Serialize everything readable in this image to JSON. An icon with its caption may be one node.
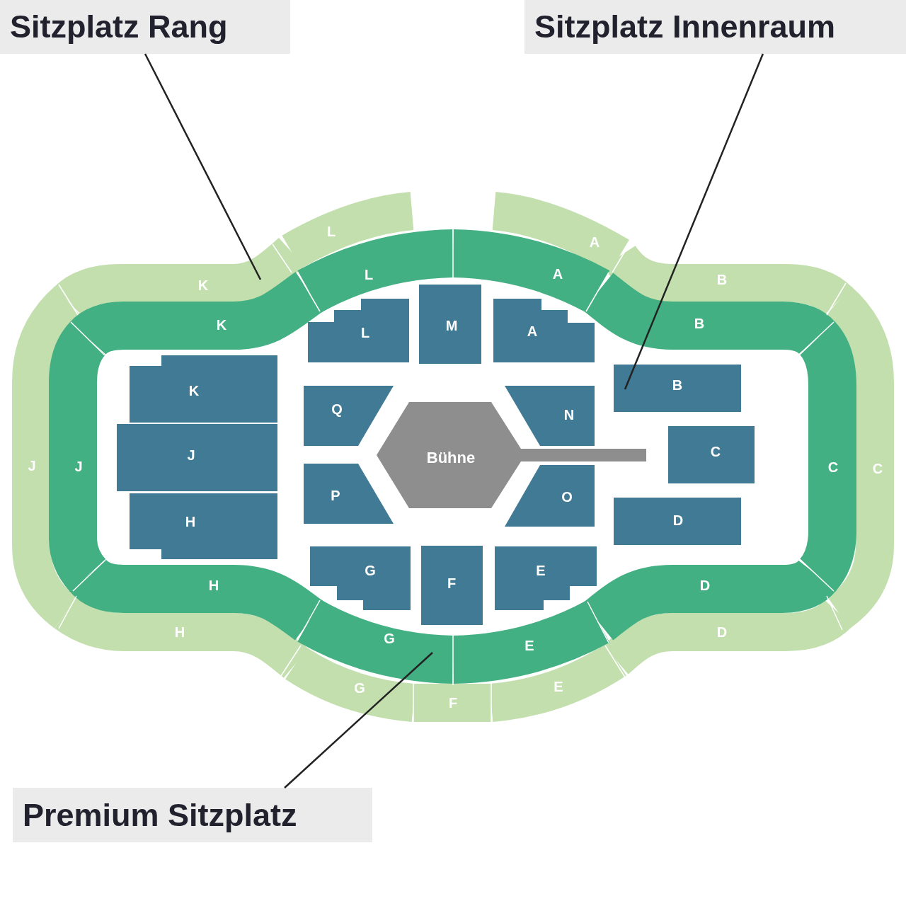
{
  "diagram": {
    "nodes": [
      {
        "text": [
          "Sitzplatz Rang"
        ]
      },
      {
        "text": [
          "Sitzplatz Innenraum"
        ]
      },
      {
        "text": [
          "L"
        ]
      },
      {
        "text": [
          "K"
        ]
      },
      {
        "text": [
          "J"
        ]
      },
      {
        "text": [
          "H"
        ]
      },
      {
        "text": [
          "G"
        ]
      },
      {
        "text": [
          "F"
        ]
      },
      {
        "text": [
          "E"
        ]
      },
      {
        "text": [
          "D"
        ]
      },
      {
        "text": [
          "C"
        ]
      },
      {
        "text": [
          "B"
        ]
      },
      {
        "text": [
          "A"
        ]
      },
      {
        "text": [
          "L"
        ]
      },
      {
        "text": [
          "K"
        ]
      },
      {
        "text": [
          "J"
        ]
      },
      {
        "text": [
          "H"
        ]
      },
      {
        "text": [
          "G"
        ]
      },
      {
        "text": [
          "E"
        ]
      },
      {
        "text": [
          "D"
        ]
      },
      {
        "text": [
          "C"
        ]
      },
      {
        "text": [
          "B"
        ]
      },
      {
        "text": [
          "A"
        ]
      },
      {
        "text": [
          "K"
        ]
      },
      {
        "text": [
          "J"
        ]
      },
      {
        "text": [
          "H"
        ]
      },
      {
        "text": [
          "L"
        ]
      },
      {
        "text": [
          "M"
        ]
      },
      {
        "text": [
          "A"
        ]
      },
      {
        "text": [
          "Q"
        ]
      },
      {
        "text": [
          "N"
        ]
      },
      {
        "text": [
          "B"
        ]
      },
      {
        "text": [
          "C"
        ]
      },
      {
        "text": [
          "P"
        ]
      },
      {
        "text": [
          "O"
        ]
      },
      {
        "text": [
          "D"
        ]
      },
      {
        "text": [
          "G"
        ]
      },
      {
        "text": [
          "F"
        ]
      },
      {
        "text": [
          "E"
        ]
      },
      {
        "text": [
          "Bühne"
        ]
      },
      {
        "text": [
          "Premium Sitzplatz"
        ]
      }
    ],
    "edges": [
      {
        "from": 0,
        "to": 3,
        "arrow": "none"
      },
      {
        "from": 1,
        "to": 31,
        "arrow": "none"
      },
      {
        "from": 40,
        "to": 17,
        "arrow": "none"
      }
    ]
  }
}
